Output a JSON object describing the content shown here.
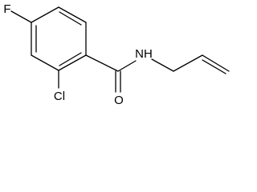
{
  "molecule": {
    "atoms": {
      "fluorine": "F",
      "chlorine": "Cl",
      "oxygen": "O",
      "nitrogen": "NH"
    }
  }
}
